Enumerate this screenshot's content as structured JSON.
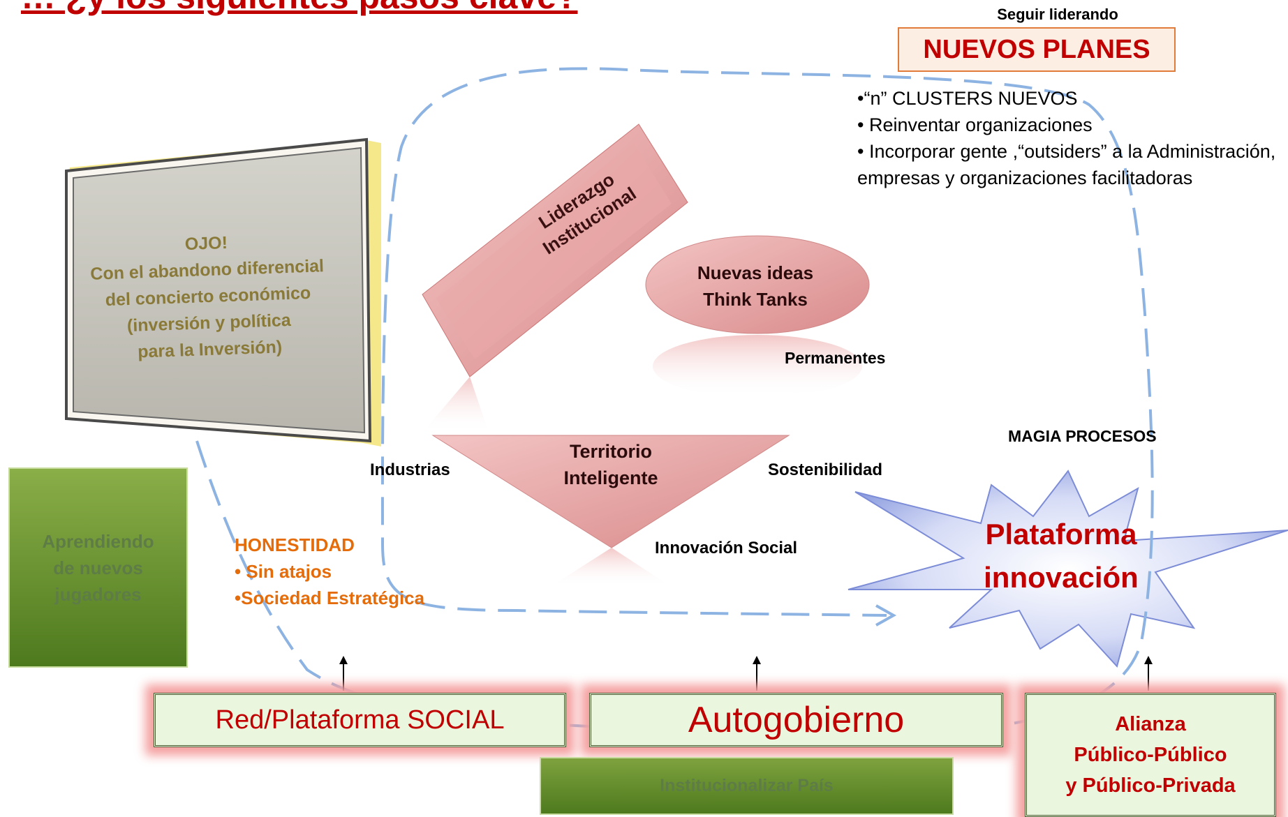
{
  "title": "… ¿y los siguientes pasos clave?",
  "top_right": {
    "caption": "Seguir liderando",
    "box_label": "NUEVOS PLANES",
    "bullets": [
      "•“n” CLUSTERS NUEVOS",
      "• Reinventar organizaciones",
      "• Incorporar gente ,“outsiders” a la Administración, empresas y organizaciones facilitadoras"
    ]
  },
  "ojo_card": {
    "lines": [
      "OJO!",
      "Con el abandono diferencial",
      "del concierto económico",
      "(inversión y política",
      "para la Inversión)"
    ]
  },
  "center": {
    "liderazgo": [
      "Liderazgo",
      "Institucional"
    ],
    "nuevas_ideas": [
      "Nuevas ideas",
      "Think Tanks"
    ],
    "permanentes": "Permanentes",
    "territorio": [
      "Territorio",
      "Inteligente"
    ],
    "industrias": "Industrias",
    "sostenibilidad": "Sostenibilidad",
    "innovacion_social": "Innovación Social"
  },
  "right": {
    "magia": "MAGIA PROCESOS",
    "plataforma": [
      "Plataforma",
      "innovación"
    ]
  },
  "left": {
    "green_box": [
      "Aprendiendo",
      "de nuevos",
      "jugadores"
    ],
    "honestidad": [
      "HONESTIDAD",
      "• Sin atajos",
      "•Sociedad Estratégica"
    ]
  },
  "bottom": {
    "red_plataforma": "Red/Plataforma SOCIAL",
    "autogobierno": "Autogobierno",
    "alianza": [
      "Alianza",
      "Público-Público",
      "y Público-Privada"
    ],
    "institucionalizar": "Institucionalizar País"
  },
  "colors": {
    "title_red": "#c00000",
    "orange": "#e46c0a",
    "dashed_blue": "#8db3e2",
    "pink_shape": "#e8a0a0",
    "green_box": "#6b8f2e"
  }
}
